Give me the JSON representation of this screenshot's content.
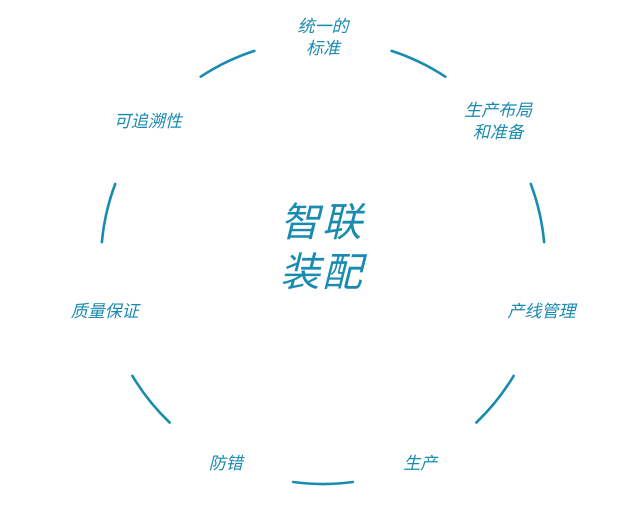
{
  "center": {
    "line1": "智联",
    "line2": "装配"
  },
  "nodes": [
    {
      "id": "standard",
      "lines": [
        "统一的",
        "标准"
      ]
    },
    {
      "id": "layout",
      "lines": [
        "生产布局",
        "和准备"
      ]
    },
    {
      "id": "line-mgmt",
      "lines": [
        "产线管理"
      ]
    },
    {
      "id": "production",
      "lines": [
        "生产"
      ]
    },
    {
      "id": "error-proof",
      "lines": [
        "防错"
      ]
    },
    {
      "id": "quality",
      "lines": [
        "质量保证"
      ]
    },
    {
      "id": "trace",
      "lines": [
        "可追溯性"
      ]
    }
  ],
  "colors": {
    "accent": "#1a8bb0"
  }
}
